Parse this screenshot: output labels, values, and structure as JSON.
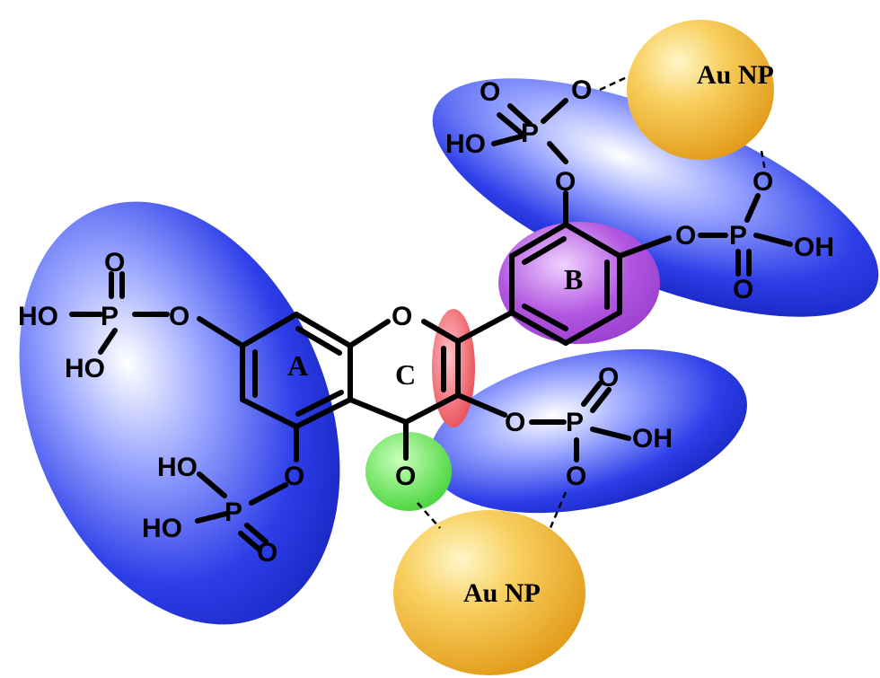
{
  "rings": {
    "a": "A",
    "b": "B",
    "c": "C"
  },
  "nanoparticles": {
    "top": "Au NP",
    "bottom": "Au NP"
  },
  "atoms": {
    "o_ring": "O",
    "o7": "O",
    "o7_ho1": "HO",
    "o7_ho2": "HO",
    "o7_p": "P",
    "o7_o": "O",
    "o5": "O",
    "o5_ho1": "HO",
    "o5_ho2": "HO",
    "o5_p": "P",
    "o5_o": "O",
    "o4": "O",
    "o3": "O",
    "o3_p": "P",
    "o3_o": "O",
    "o3_oh": "OH",
    "o3_o2": "O",
    "o3p": "O",
    "o3p_p": "P",
    "o3p_o": "O",
    "o3p_ho": "HO",
    "o3p_o2": "O",
    "o4p": "O",
    "o4p_p": "P",
    "o4p_oh": "OH",
    "o4p_o": "O",
    "o4p_o2": "O"
  },
  "colors": {
    "blue_region": "#2d3ee8",
    "purple_ring_b": "#b155e0",
    "red_c2c3": "#e8454e",
    "green_o4": "#45d43a",
    "gold_np": "#f2b733"
  }
}
